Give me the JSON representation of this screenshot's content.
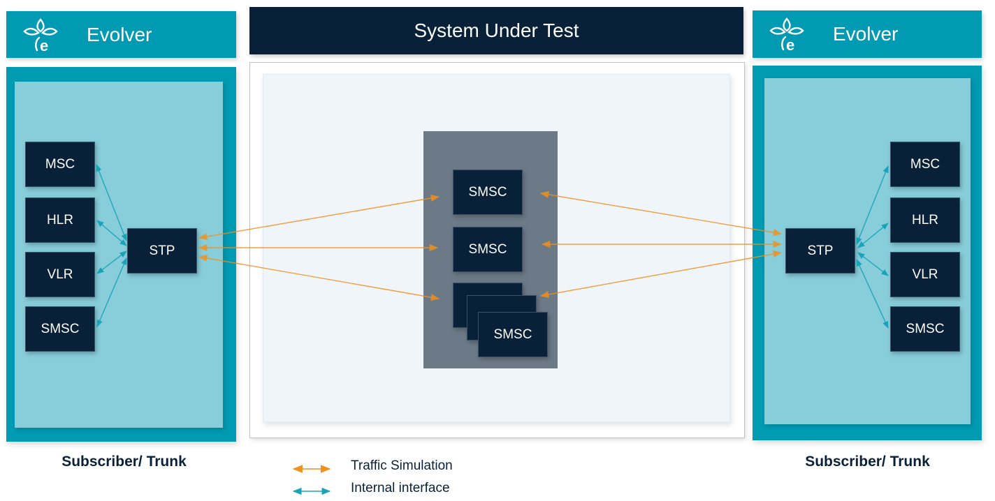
{
  "diagram_title": "System Under Test",
  "left_panel": {
    "brand": "Evolver",
    "logo_icon": "evolver-leaf-logo",
    "nodes": [
      "MSC",
      "HLR",
      "VLR",
      "SMSC"
    ],
    "hub": "STP",
    "caption": "Subscriber/ Trunk"
  },
  "right_panel": {
    "brand": "Evolver",
    "logo_icon": "evolver-leaf-logo",
    "nodes": [
      "MSC",
      "HLR",
      "VLR",
      "SMSC"
    ],
    "hub": "STP",
    "caption": "Subscriber/ Trunk"
  },
  "system_under_test": {
    "nodes": [
      "SMSC",
      "SMSC",
      "SMSC"
    ],
    "stacked_last": true
  },
  "legend": [
    {
      "label": "Traffic Simulation",
      "color": "#f0901e",
      "icon": "double-arrow-icon"
    },
    {
      "label": "Internal interface",
      "color": "#1aa3b8",
      "icon": "double-arrow-icon"
    }
  ],
  "colors": {
    "brand_teal": "#009ab2",
    "panel_light": "#88cdda",
    "node_navy": "#082138",
    "traffic": "#f0901e",
    "internal": "#1aa3b8",
    "sut_panel": "#6c7a88"
  }
}
